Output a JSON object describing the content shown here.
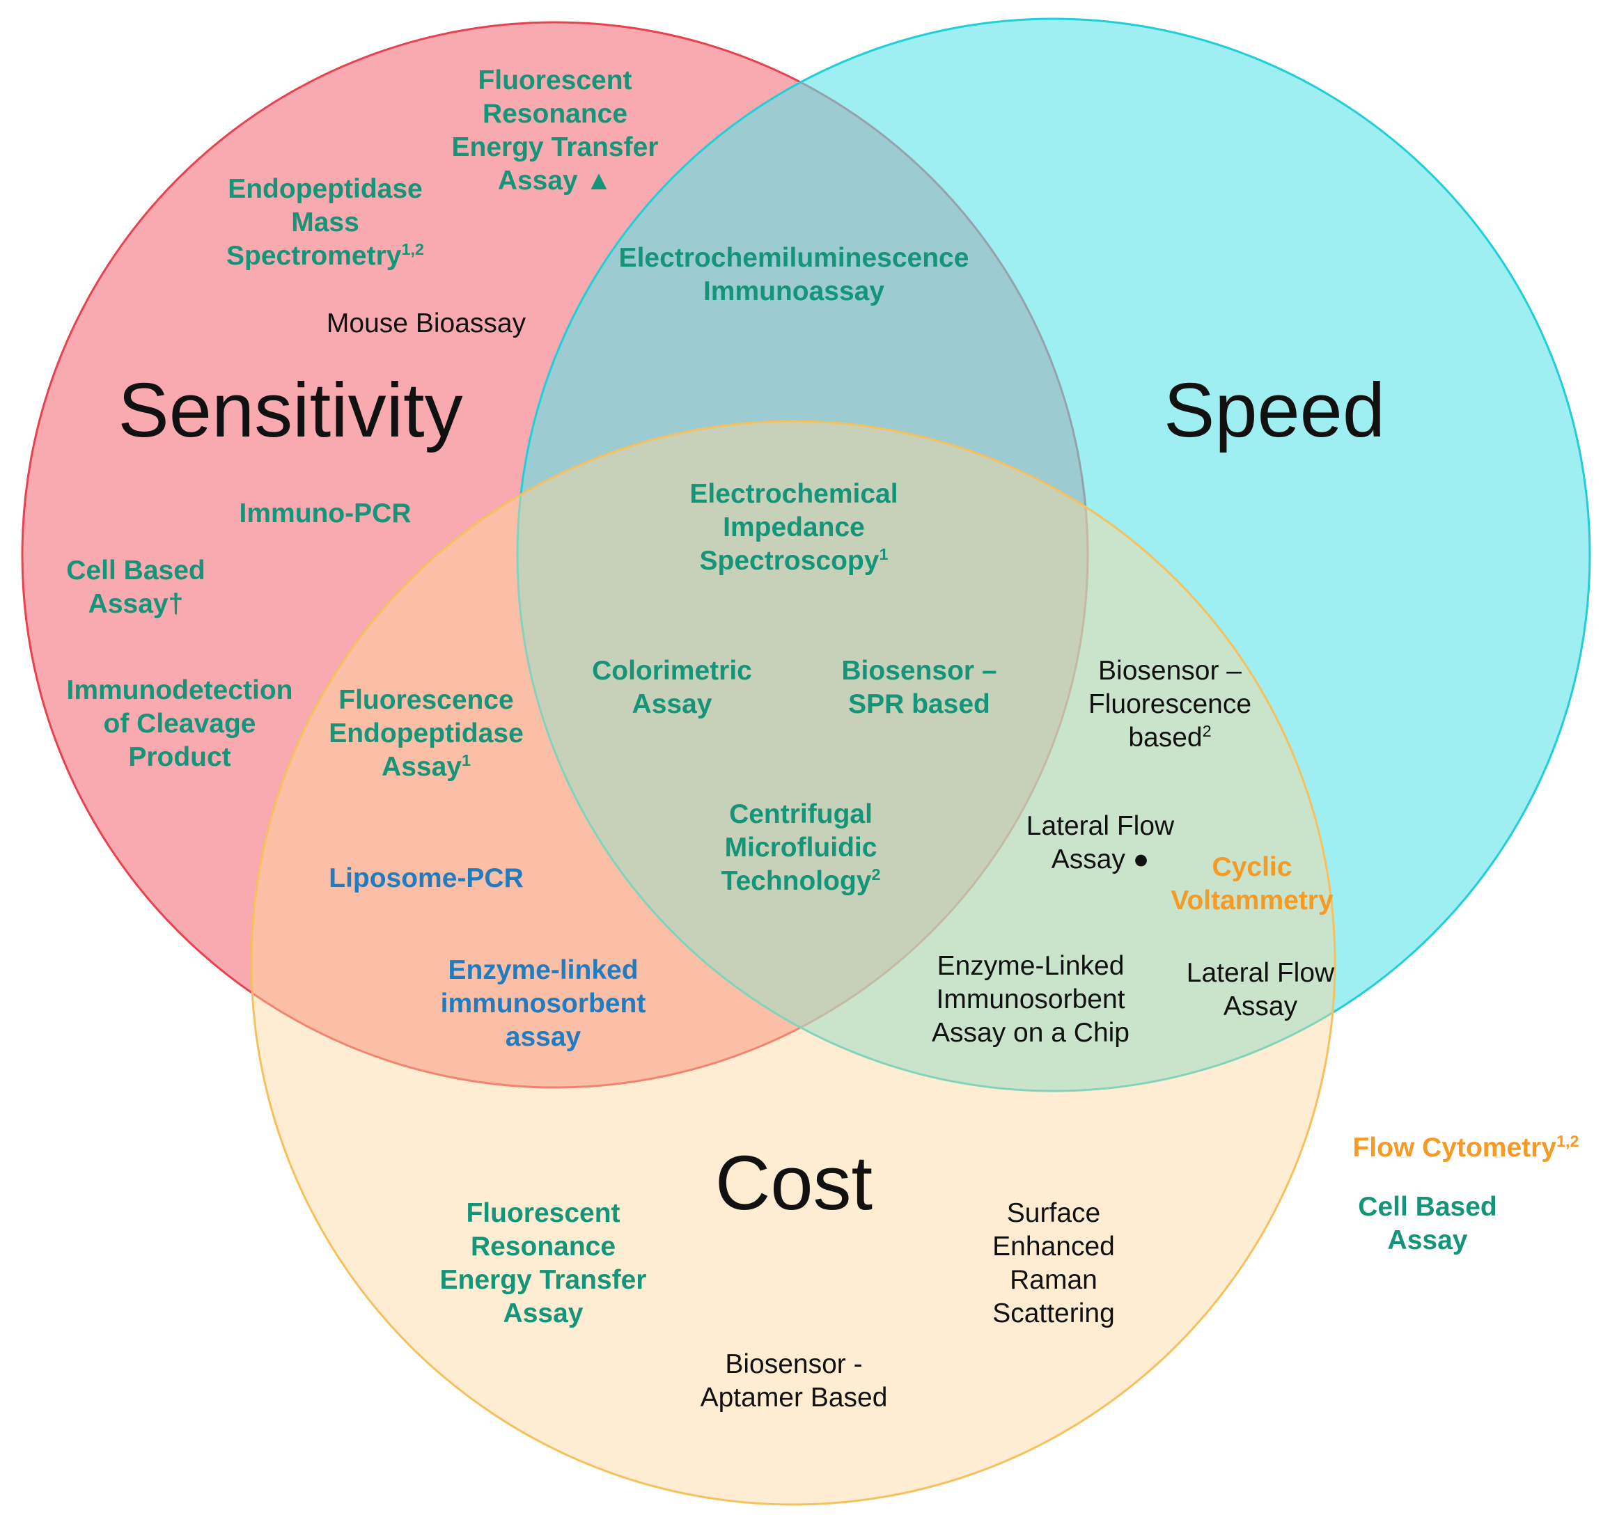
{
  "colors": {
    "sensitivity_fill": "#f7868f",
    "sensitivity_stroke": "#e8414f",
    "speed_fill": "#5ee3e9",
    "speed_stroke": "#1fcfd8",
    "cost_fill": "#fcd79c",
    "cost_stroke": "#f6c15c",
    "teal_text": "#149478",
    "blue_text": "#1f7cc0",
    "orange_text": "#f59a24",
    "black_text": "#111111"
  },
  "sets": [
    {
      "id": "sensitivity",
      "label": "Sensitivity"
    },
    {
      "id": "speed",
      "label": "Speed"
    },
    {
      "id": "cost",
      "label": "Cost"
    }
  ],
  "items": [
    {
      "id": "fret-top",
      "lines": [
        "Fluorescent",
        "Resonance",
        "Energy Transfer",
        "Assay ▲"
      ],
      "color": "teal",
      "bold": true
    },
    {
      "id": "endopeptidase-ms",
      "lines": [
        "Endopeptidase",
        "Mass",
        "Spectrometry"
      ],
      "sup": "1,2",
      "color": "teal",
      "bold": true
    },
    {
      "id": "mouse-bioassay",
      "lines": [
        "Mouse Bioassay"
      ],
      "color": "black",
      "bold": false
    },
    {
      "id": "ecl",
      "lines": [
        "Electrochemiluminescence",
        "Immunoassay"
      ],
      "color": "teal",
      "bold": true
    },
    {
      "id": "immuno-pcr",
      "lines": [
        "Immuno-PCR"
      ],
      "color": "teal",
      "bold": true
    },
    {
      "id": "cell-based-assay-left",
      "lines": [
        "Cell Based",
        "Assay†"
      ],
      "color": "teal",
      "bold": true
    },
    {
      "id": "immunodetection",
      "lines": [
        "Immunodetection",
        "of Cleavage",
        "Product"
      ],
      "color": "teal",
      "bold": true
    },
    {
      "id": "eis",
      "lines": [
        "Electrochemical",
        "Impedance",
        "Spectroscopy"
      ],
      "sup": "1",
      "color": "teal",
      "bold": true
    },
    {
      "id": "fluorescence-endopeptidase",
      "lines": [
        "Fluorescence",
        "Endopeptidase",
        "Assay"
      ],
      "sup": "1",
      "color": "teal",
      "bold": true
    },
    {
      "id": "colorimetric",
      "lines": [
        "Colorimetric",
        "Assay"
      ],
      "color": "teal",
      "bold": true
    },
    {
      "id": "biosensor-spr",
      "lines": [
        "Biosensor –",
        "SPR based"
      ],
      "color": "teal",
      "bold": true
    },
    {
      "id": "biosensor-fluorescence",
      "lines": [
        "Biosensor –",
        "Fluorescence",
        "based"
      ],
      "sup": "2",
      "color": "black",
      "bold": false
    },
    {
      "id": "liposome-pcr",
      "lines": [
        "Liposome-PCR"
      ],
      "color": "blue",
      "bold": true
    },
    {
      "id": "centrifugal",
      "lines": [
        "Centrifugal",
        "Microfluidic",
        "Technology"
      ],
      "sup": "2",
      "color": "teal",
      "bold": true
    },
    {
      "id": "lfa-dot",
      "lines": [
        "Lateral Flow",
        "Assay ●"
      ],
      "color": "black",
      "bold": false
    },
    {
      "id": "cyclic-voltammetry",
      "lines": [
        "Cyclic",
        "Voltammetry"
      ],
      "color": "orange",
      "bold": true
    },
    {
      "id": "elisa",
      "lines": [
        "Enzyme-linked",
        "immunosorbent",
        "assay"
      ],
      "color": "blue",
      "bold": true
    },
    {
      "id": "elisa-chip",
      "lines": [
        "Enzyme-Linked",
        "Immunosorbent",
        "Assay on a Chip"
      ],
      "color": "black",
      "bold": false
    },
    {
      "id": "lfa",
      "lines": [
        "Lateral Flow",
        "Assay"
      ],
      "color": "black",
      "bold": false
    },
    {
      "id": "flow-cytometry",
      "lines": [
        "Flow Cytometry"
      ],
      "sup": "1,2",
      "color": "orange",
      "bold": true
    },
    {
      "id": "cell-based-assay-right",
      "lines": [
        "Cell Based",
        "Assay"
      ],
      "color": "teal",
      "bold": true
    },
    {
      "id": "fret-bottom",
      "lines": [
        "Fluorescent",
        "Resonance",
        "Energy Transfer",
        "Assay"
      ],
      "color": "teal",
      "bold": true
    },
    {
      "id": "sers",
      "lines": [
        "Surface",
        "Enhanced",
        "Raman",
        "Scattering"
      ],
      "color": "black",
      "bold": false
    },
    {
      "id": "biosensor-aptamer",
      "lines": [
        "Biosensor -",
        "Aptamer Based"
      ],
      "color": "black",
      "bold": false
    }
  ]
}
